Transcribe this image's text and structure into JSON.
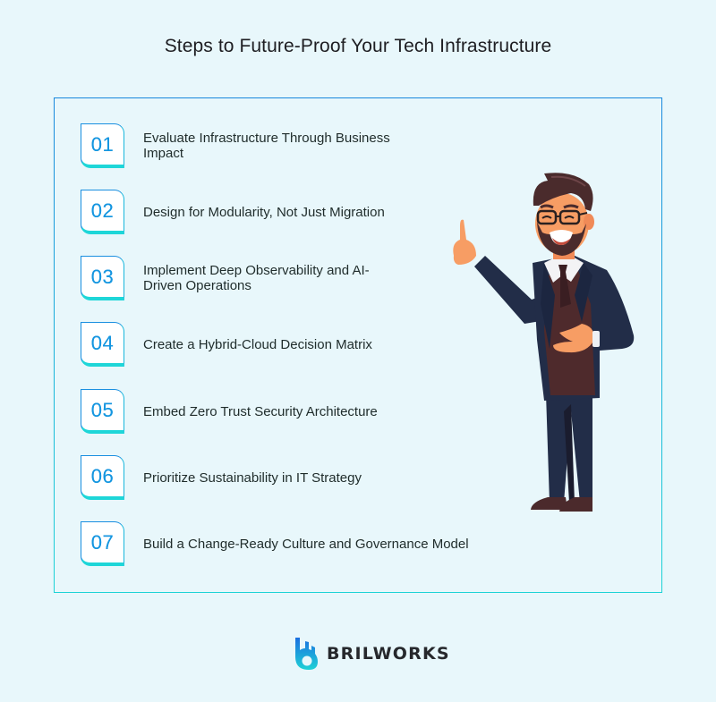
{
  "title": "Steps to Future-Proof Your Tech Infrastructure",
  "steps": [
    {
      "number": "01",
      "label": "Evaluate Infrastructure Through Business Impact"
    },
    {
      "number": "02",
      "label": "Design for Modularity, Not Just Migration"
    },
    {
      "number": "03",
      "label": "Implement Deep Observability and AI-Driven Operations"
    },
    {
      "number": "04",
      "label": "Create a Hybrid-Cloud Decision Matrix"
    },
    {
      "number": "05",
      "label": "Embed Zero Trust Security Architecture"
    },
    {
      "number": "06",
      "label": "Prioritize Sustainability in IT Strategy"
    },
    {
      "number": "07",
      "label": "Build a Change-Ready Culture and Governance Model"
    }
  ],
  "illustration": {
    "icon": "businessman-pointing-up-illustration"
  },
  "brand": {
    "name": "BRILWORKS",
    "icon": "brilworks-logo-icon"
  },
  "colors": {
    "background": "#e8f7fb",
    "accent_blue": "#1a8fe0",
    "accent_cyan": "#1ed6d8",
    "text": "#1f2c2b"
  }
}
